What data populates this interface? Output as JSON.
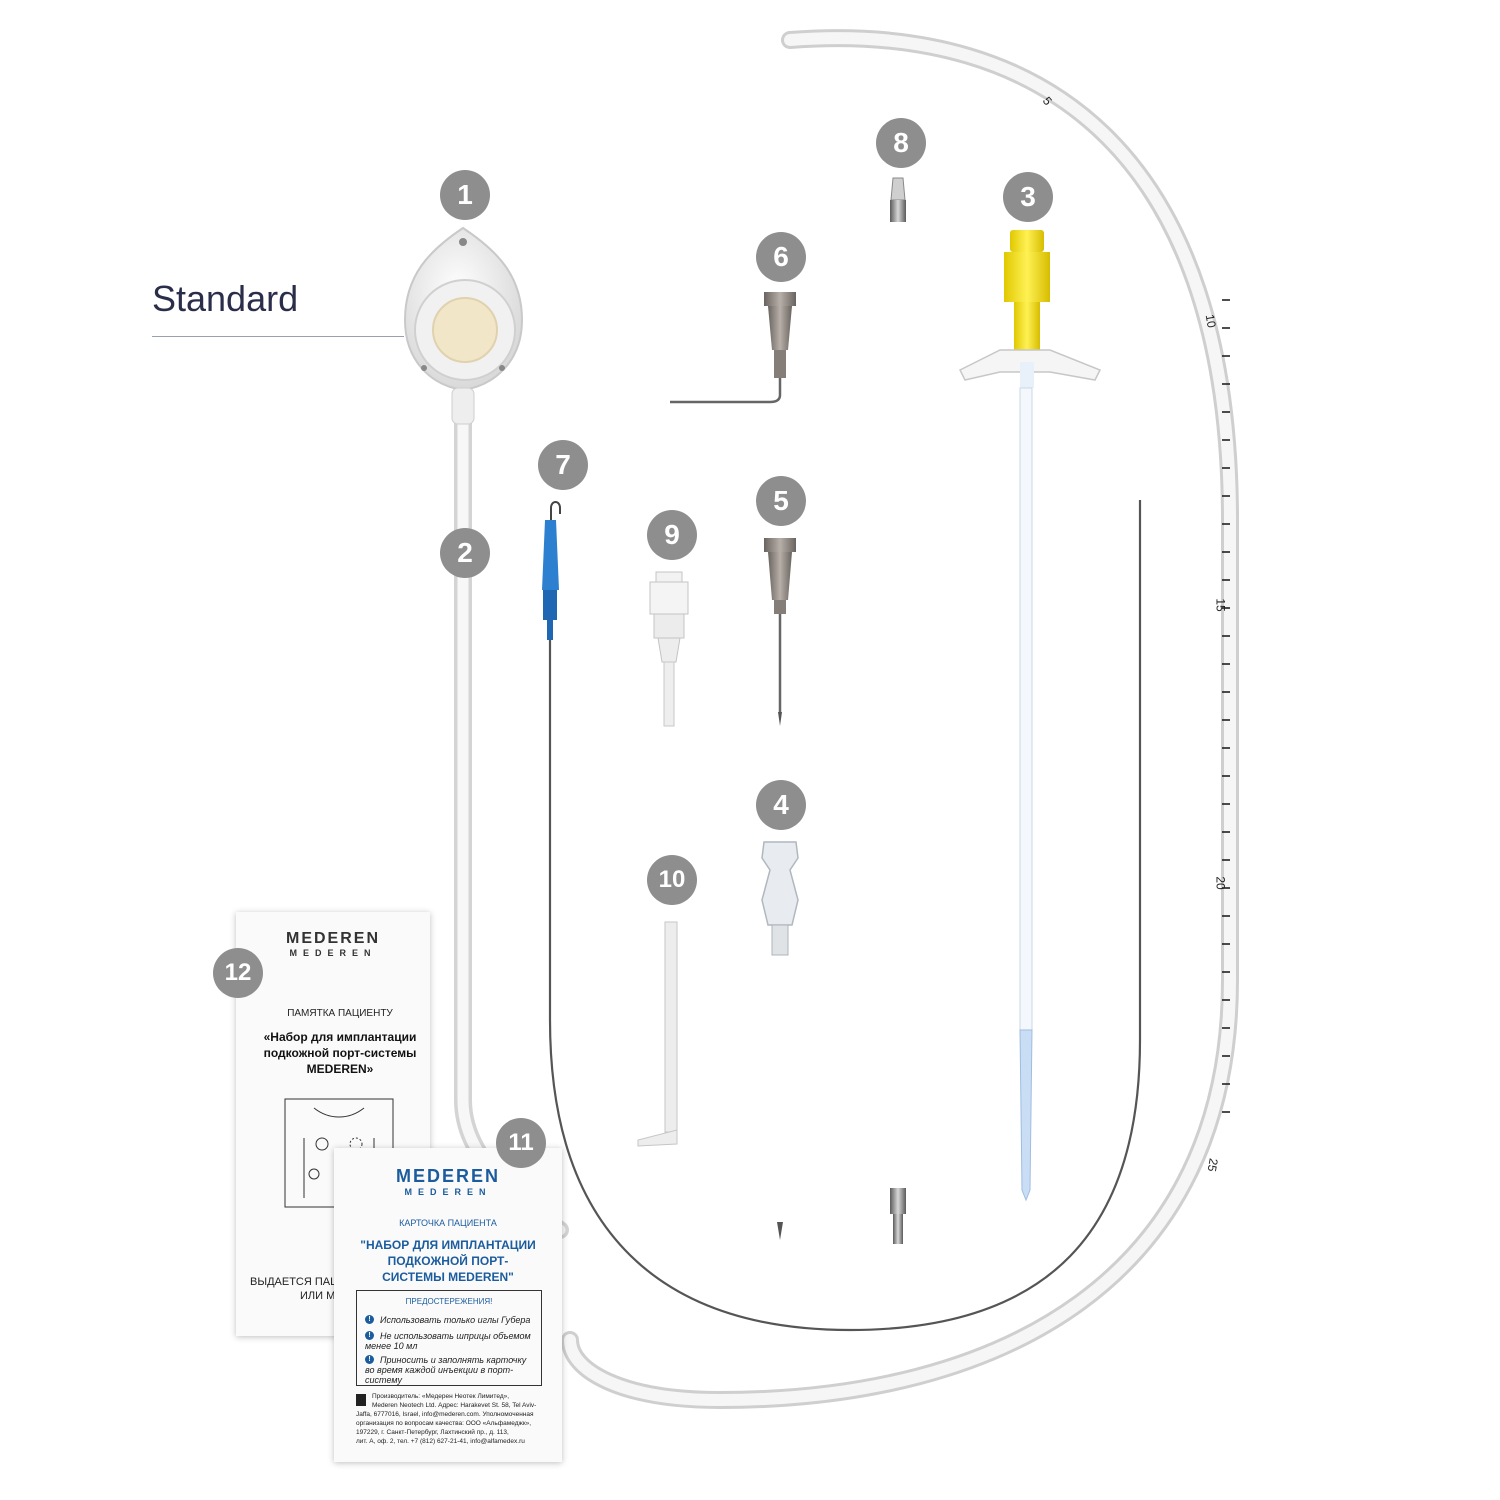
{
  "label_standard": "Standard",
  "badges": [
    "1",
    "2",
    "3",
    "4",
    "5",
    "6",
    "7",
    "8",
    "9",
    "10",
    "11",
    "12"
  ],
  "ruler_numbers": [
    "5",
    "10",
    "15",
    "20",
    "25"
  ],
  "card_back": {
    "logo_mark": "MEDEREN",
    "logo_word": "MEDEREN",
    "heading": "ПАМЯТКА ПАЦИЕНТУ",
    "title_lines": [
      "«Набор для имплантации",
      "подкожной порт-системы",
      "MEDEREN»"
    ],
    "footer_lines": [
      "ВЫДАЕТСЯ ПАЦ",
      "ИЛИ МЕДС"
    ]
  },
  "card_front": {
    "logo_mark": "MEDEREN",
    "logo_word": "MEDEREN",
    "heading": "КАРТОЧКА ПАЦИЕНТА",
    "title_lines": [
      "\"НАБОР ДЛЯ ИМПЛАНТАЦИИ",
      "ПОДКОЖНОЙ ПОРТ-",
      "СИСТЕМЫ MEDEREN\""
    ],
    "warnings_title": "ПРЕДОСТЕРЕЖЕНИЯ!",
    "warnings": [
      "Использовать только иглы Губера",
      "Не использовать шприцы объемом менее 10 мл",
      "Приносить и заполнять карточку во время каждой инъекции в порт-систему"
    ],
    "manufacturer_lines": [
      "Производитель: «Медерен Неотек Лимитед»,",
      "Mederen Neotech Ltd. Адрес: Harakevet St. 58, Tel Aviv-",
      "Jaffa, 6777016, Israel, info@mederen.com. Уполномоченная",
      "организация по вопросам качества: ООО «Альфамеджк»,",
      "197229, г. Санкт-Петербург, Лахтинский пр., д. 113,",
      "лит. А, оф. 2, тел. +7 (812) 627-21-41, info@alfamedex.ru"
    ]
  }
}
